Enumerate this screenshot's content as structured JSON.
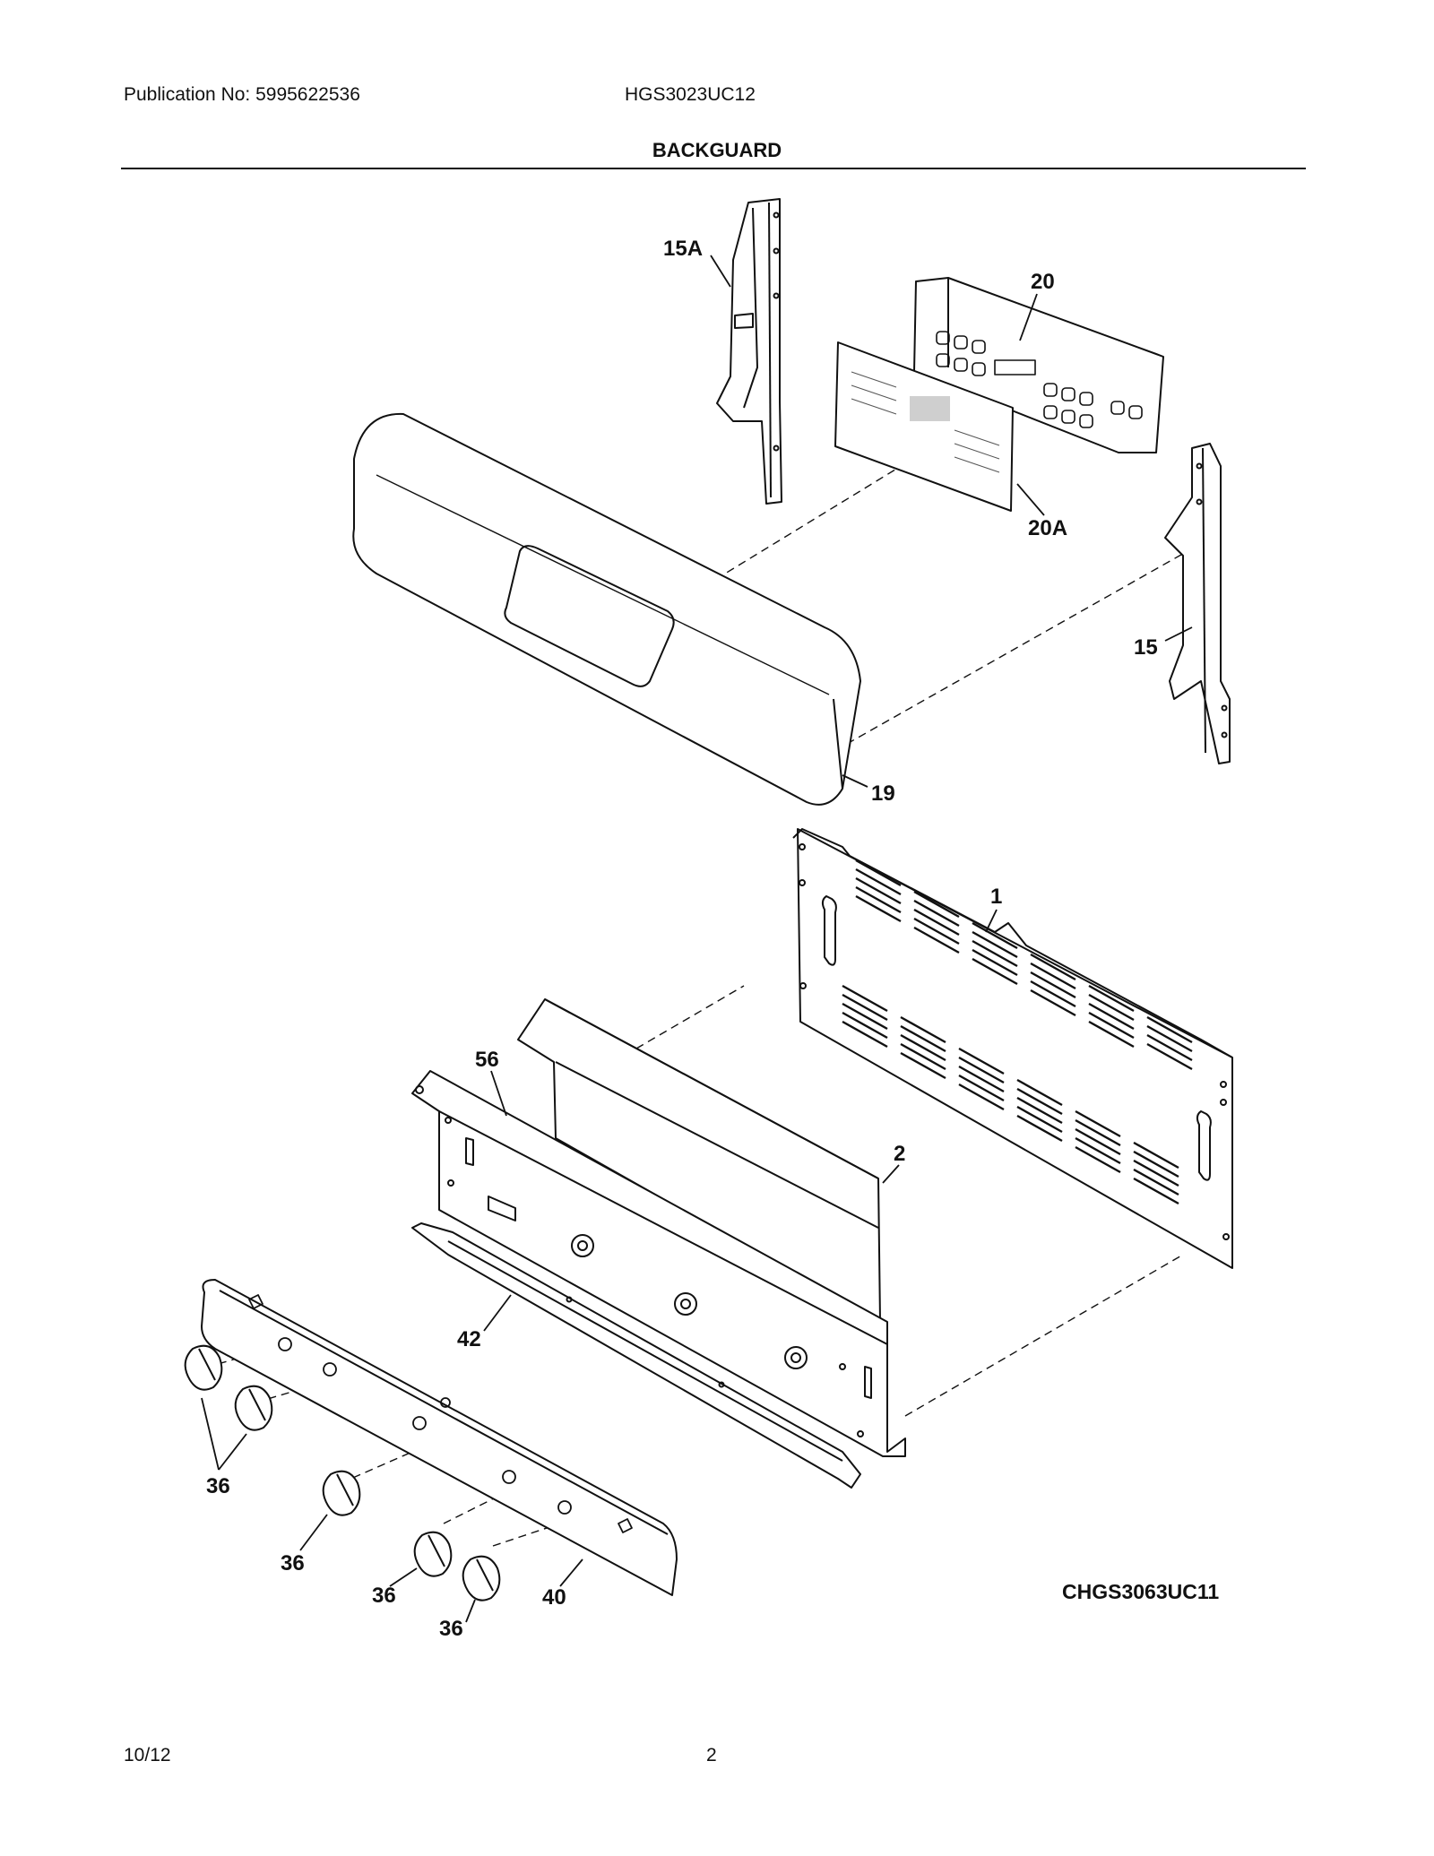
{
  "header": {
    "publication": "Publication No: 5995622536",
    "model": "HGS3023UC12",
    "title": "BACKGUARD"
  },
  "callouts": {
    "c15a": "15A",
    "c20": "20",
    "c20a": "20A",
    "c15": "15",
    "c19": "19",
    "c1": "1",
    "c56": "56",
    "c2": "2",
    "c42": "42",
    "c36a": "36",
    "c36b": "36",
    "c36c": "36",
    "c36d": "36",
    "c40": "40"
  },
  "diagram_code": "CHGS3063UC11",
  "footer": {
    "date": "10/12",
    "page": "2"
  }
}
